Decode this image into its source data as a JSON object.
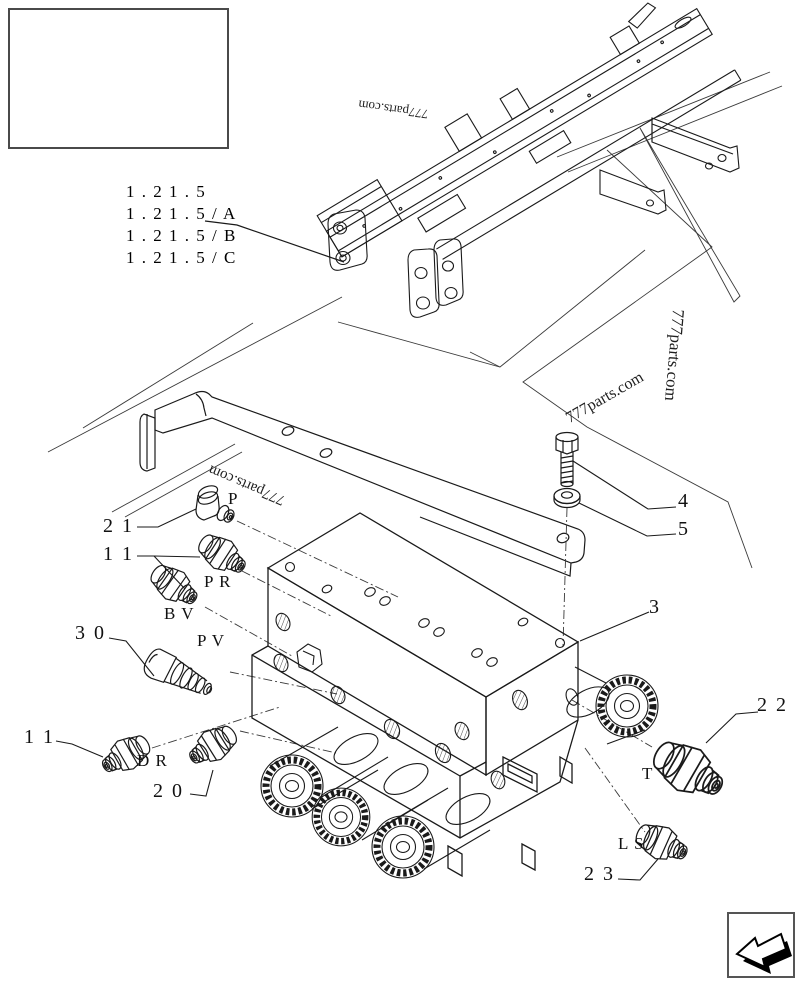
{
  "page": {
    "background": "#ffffff"
  },
  "colors": {
    "line": "#1a1a1a",
    "thin_line": "#3a3a3a",
    "text": "#111111",
    "watermark": "#1f1f1f",
    "box_border": "#4a4a4a"
  },
  "watermark": {
    "text": "777parts.com"
  },
  "reference_links": {
    "items": [
      {
        "label": "1 . 2 1 . 5"
      },
      {
        "label": "1 . 2 1 . 5 / A"
      },
      {
        "label": "1 . 2 1 . 5 / B"
      },
      {
        "label": "1 . 2 1 . 5 / C"
      }
    ]
  },
  "callouts": {
    "c21": "2 1",
    "c11_upper": "1 1",
    "c30": "3 0",
    "c11_lower": "1 1",
    "c20": "2 0",
    "c22": "2 2",
    "c23": "2 3",
    "c3": "3",
    "c4": "4",
    "c5": "5"
  },
  "port_labels": {
    "p": "P",
    "pr": "P R",
    "bv": "B V",
    "pv": "P V",
    "dr": "D R",
    "t": "T",
    "ls": "L S"
  },
  "icons": {
    "back_arrow": "thick-arrow-pointing-lower-left"
  }
}
